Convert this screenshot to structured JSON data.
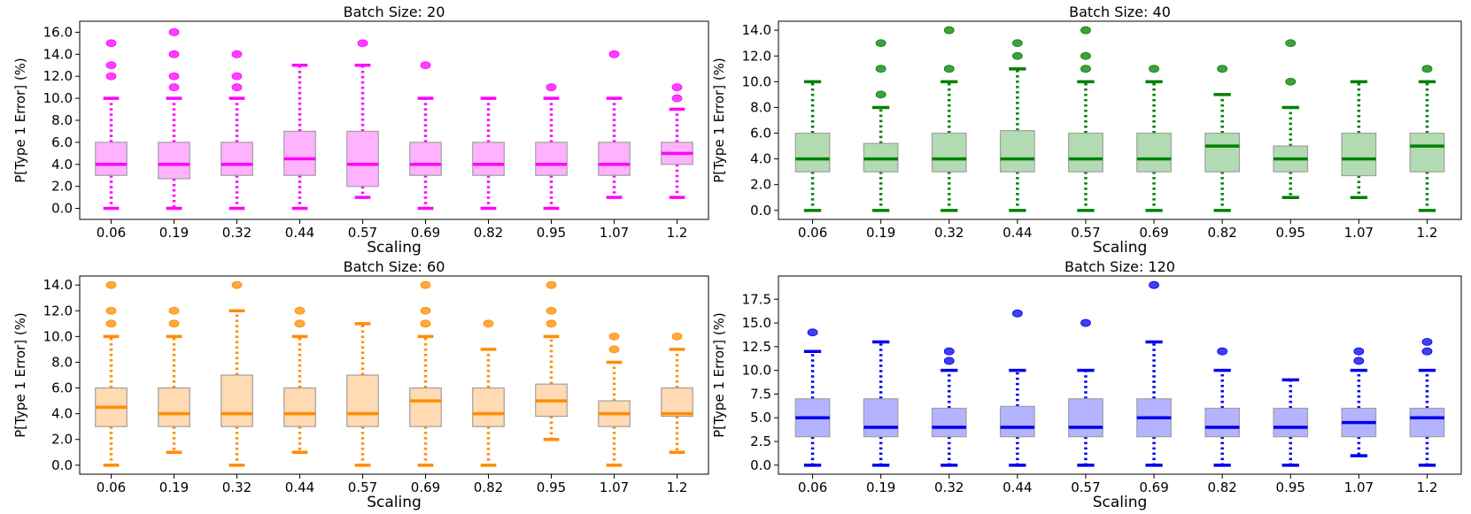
{
  "chart_data": [
    {
      "type": "box",
      "title": "Batch Size: 20",
      "xlabel": "Scaling",
      "ylabel": "P[Type 1 Error] (%)",
      "categories": [
        "0.06",
        "0.19",
        "0.32",
        "0.44",
        "0.57",
        "0.69",
        "0.82",
        "0.95",
        "1.07",
        "1.2"
      ],
      "ylim": [
        -1,
        17
      ],
      "yticks": [
        0,
        2,
        4,
        6,
        8,
        10,
        12,
        14,
        16
      ],
      "ytick_labels": [
        "0.0",
        "2.0",
        "4.0",
        "6.0",
        "8.0",
        "10.0",
        "12.0",
        "14.0",
        "16.0"
      ],
      "color": "#ff00ff",
      "box_fill": "#ffb3ff",
      "boxes": [
        {
          "whislo": 0,
          "q1": 3,
          "med": 4,
          "q3": 6,
          "whishi": 10,
          "fliers": [
            12,
            13,
            15
          ]
        },
        {
          "whislo": 0,
          "q1": 2.7,
          "med": 4,
          "q3": 6,
          "whishi": 10,
          "fliers": [
            11,
            12,
            14,
            16
          ]
        },
        {
          "whislo": 0,
          "q1": 3,
          "med": 4,
          "q3": 6,
          "whishi": 10,
          "fliers": [
            11,
            12,
            14
          ]
        },
        {
          "whislo": 0,
          "q1": 3,
          "med": 4.5,
          "q3": 7,
          "whishi": 13,
          "fliers": []
        },
        {
          "whislo": 1,
          "q1": 2,
          "med": 4,
          "q3": 7,
          "whishi": 13,
          "fliers": [
            15
          ]
        },
        {
          "whislo": 0,
          "q1": 3,
          "med": 4,
          "q3": 6,
          "whishi": 10,
          "fliers": [
            13
          ]
        },
        {
          "whislo": 0,
          "q1": 3,
          "med": 4,
          "q3": 6,
          "whishi": 10,
          "fliers": []
        },
        {
          "whislo": 0,
          "q1": 3,
          "med": 4,
          "q3": 6,
          "whishi": 10,
          "fliers": [
            11
          ]
        },
        {
          "whislo": 1,
          "q1": 3,
          "med": 4,
          "q3": 6,
          "whishi": 10,
          "fliers": [
            14
          ]
        },
        {
          "whislo": 1,
          "q1": 4,
          "med": 5,
          "q3": 6,
          "whishi": 9,
          "fliers": [
            10,
            11
          ]
        }
      ]
    },
    {
      "type": "box",
      "title": "Batch Size: 40",
      "xlabel": "Scaling",
      "ylabel": "P[Type 1 Error] (%)",
      "categories": [
        "0.06",
        "0.19",
        "0.32",
        "0.44",
        "0.57",
        "0.69",
        "0.82",
        "0.95",
        "1.07",
        "1.2"
      ],
      "ylim": [
        -0.7,
        14.7
      ],
      "yticks": [
        0,
        2,
        4,
        6,
        8,
        10,
        12,
        14
      ],
      "ytick_labels": [
        "0.0",
        "2.0",
        "4.0",
        "6.0",
        "8.0",
        "10.0",
        "12.0",
        "14.0"
      ],
      "color": "#008000",
      "box_fill": "#b3dbb3",
      "boxes": [
        {
          "whislo": 0,
          "q1": 3,
          "med": 4,
          "q3": 6,
          "whishi": 10,
          "fliers": []
        },
        {
          "whislo": 0,
          "q1": 3,
          "med": 4,
          "q3": 5.2,
          "whishi": 8,
          "fliers": [
            9,
            11,
            13
          ]
        },
        {
          "whislo": 0,
          "q1": 3,
          "med": 4,
          "q3": 6,
          "whishi": 10,
          "fliers": [
            11,
            14
          ]
        },
        {
          "whislo": 0,
          "q1": 3,
          "med": 4,
          "q3": 6.2,
          "whishi": 11,
          "fliers": [
            12,
            13
          ]
        },
        {
          "whislo": 0,
          "q1": 3,
          "med": 4,
          "q3": 6,
          "whishi": 10,
          "fliers": [
            11,
            12,
            14
          ]
        },
        {
          "whislo": 0,
          "q1": 3,
          "med": 4,
          "q3": 6,
          "whishi": 10,
          "fliers": [
            11
          ]
        },
        {
          "whislo": 0,
          "q1": 3,
          "med": 5,
          "q3": 6,
          "whishi": 9,
          "fliers": [
            11
          ]
        },
        {
          "whislo": 1,
          "q1": 3,
          "med": 4,
          "q3": 5,
          "whishi": 8,
          "fliers": [
            10,
            13
          ]
        },
        {
          "whislo": 1,
          "q1": 2.7,
          "med": 4,
          "q3": 6,
          "whishi": 10,
          "fliers": []
        },
        {
          "whislo": 0,
          "q1": 3,
          "med": 5,
          "q3": 6,
          "whishi": 10,
          "fliers": [
            11
          ]
        }
      ]
    },
    {
      "type": "box",
      "title": "Batch Size: 60",
      "xlabel": "Scaling",
      "ylabel": "P[Type 1 Error] (%)",
      "categories": [
        "0.06",
        "0.19",
        "0.32",
        "0.44",
        "0.57",
        "0.69",
        "0.82",
        "0.95",
        "1.07",
        "1.2"
      ],
      "ylim": [
        -0.7,
        14.7
      ],
      "yticks": [
        0,
        2,
        4,
        6,
        8,
        10,
        12,
        14
      ],
      "ytick_labels": [
        "0.0",
        "2.0",
        "4.0",
        "6.0",
        "8.0",
        "10.0",
        "12.0",
        "14.0"
      ],
      "color": "#ff8c00",
      "box_fill": "#ffdab3",
      "boxes": [
        {
          "whislo": 0,
          "q1": 3,
          "med": 4.5,
          "q3": 6,
          "whishi": 10,
          "fliers": [
            11,
            12,
            14
          ]
        },
        {
          "whislo": 1,
          "q1": 3,
          "med": 4,
          "q3": 6,
          "whishi": 10,
          "fliers": [
            11,
            12
          ]
        },
        {
          "whislo": 0,
          "q1": 3,
          "med": 4,
          "q3": 7,
          "whishi": 12,
          "fliers": [
            14
          ]
        },
        {
          "whislo": 1,
          "q1": 3,
          "med": 4,
          "q3": 6,
          "whishi": 10,
          "fliers": [
            11,
            12
          ]
        },
        {
          "whislo": 0,
          "q1": 3,
          "med": 4,
          "q3": 7,
          "whishi": 11,
          "fliers": []
        },
        {
          "whislo": 0,
          "q1": 3,
          "med": 5,
          "q3": 6,
          "whishi": 10,
          "fliers": [
            11,
            12,
            14
          ]
        },
        {
          "whislo": 0,
          "q1": 3,
          "med": 4,
          "q3": 6,
          "whishi": 9,
          "fliers": [
            11
          ]
        },
        {
          "whislo": 2,
          "q1": 3.8,
          "med": 5,
          "q3": 6.3,
          "whishi": 10,
          "fliers": [
            11,
            12,
            14
          ]
        },
        {
          "whislo": 0,
          "q1": 3,
          "med": 4,
          "q3": 5,
          "whishi": 8,
          "fliers": [
            9,
            10
          ]
        },
        {
          "whislo": 1,
          "q1": 3.8,
          "med": 4,
          "q3": 6,
          "whishi": 9,
          "fliers": [
            10
          ]
        }
      ]
    },
    {
      "type": "box",
      "title": "Batch Size: 120",
      "xlabel": "Scaling",
      "ylabel": "P[Type 1 Error] (%)",
      "categories": [
        "0.06",
        "0.19",
        "0.32",
        "0.44",
        "0.57",
        "0.69",
        "0.82",
        "0.95",
        "1.07",
        "1.2"
      ],
      "ylim": [
        -0.95,
        19.95
      ],
      "yticks": [
        0,
        2.5,
        5,
        7.5,
        10,
        12.5,
        15,
        17.5
      ],
      "ytick_labels": [
        "0.0",
        "2.5",
        "5.0",
        "7.5",
        "10.0",
        "12.5",
        "15.0",
        "17.5"
      ],
      "color": "#0000ee",
      "box_fill": "#b3b3ff",
      "boxes": [
        {
          "whislo": 0,
          "q1": 3,
          "med": 5,
          "q3": 7,
          "whishi": 12,
          "fliers": [
            14
          ]
        },
        {
          "whislo": 0,
          "q1": 3,
          "med": 4,
          "q3": 7,
          "whishi": 13,
          "fliers": []
        },
        {
          "whislo": 0,
          "q1": 3,
          "med": 4,
          "q3": 6,
          "whishi": 10,
          "fliers": [
            11,
            12
          ]
        },
        {
          "whislo": 0,
          "q1": 3,
          "med": 4,
          "q3": 6.2,
          "whishi": 10,
          "fliers": [
            16
          ]
        },
        {
          "whislo": 0,
          "q1": 3,
          "med": 4,
          "q3": 7,
          "whishi": 10,
          "fliers": [
            15
          ]
        },
        {
          "whislo": 0,
          "q1": 3,
          "med": 5,
          "q3": 7,
          "whishi": 13,
          "fliers": [
            19
          ]
        },
        {
          "whislo": 0,
          "q1": 3,
          "med": 4,
          "q3": 6,
          "whishi": 10,
          "fliers": [
            12
          ]
        },
        {
          "whislo": 0,
          "q1": 3,
          "med": 4,
          "q3": 6,
          "whishi": 9,
          "fliers": []
        },
        {
          "whislo": 1,
          "q1": 3,
          "med": 4.5,
          "q3": 6,
          "whishi": 10,
          "fliers": [
            11,
            12
          ]
        },
        {
          "whislo": 0,
          "q1": 3,
          "med": 5,
          "q3": 6,
          "whishi": 10,
          "fliers": [
            12,
            13
          ]
        }
      ]
    }
  ]
}
